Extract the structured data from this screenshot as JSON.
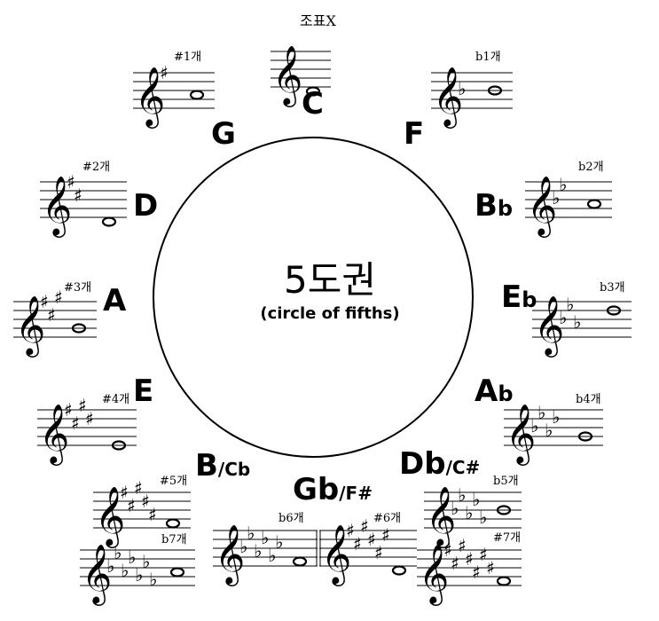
{
  "center": {
    "title": "5도권",
    "subtitle": "(circle of fifths)"
  },
  "keys": [
    {
      "id": "C",
      "main": "C",
      "acc": "",
      "alt": "",
      "count": "조표X",
      "staff_type": "sharp",
      "n": 0
    },
    {
      "id": "G",
      "main": "G",
      "acc": "",
      "alt": "",
      "count": "#1개",
      "staff_type": "sharp",
      "n": 1
    },
    {
      "id": "F",
      "main": "F",
      "acc": "",
      "alt": "",
      "count": "b1개",
      "staff_type": "flat",
      "n": 1
    },
    {
      "id": "D",
      "main": "D",
      "acc": "",
      "alt": "",
      "count": "#2개",
      "staff_type": "sharp",
      "n": 2
    },
    {
      "id": "Bb",
      "main": "B",
      "acc": "b",
      "alt": "",
      "count": "b2개",
      "staff_type": "flat",
      "n": 2
    },
    {
      "id": "A",
      "main": "A",
      "acc": "",
      "alt": "",
      "count": "#3개",
      "staff_type": "sharp",
      "n": 3
    },
    {
      "id": "Eb",
      "main": "E",
      "acc": "b",
      "alt": "",
      "count": "b3개",
      "staff_type": "flat",
      "n": 3
    },
    {
      "id": "E",
      "main": "E",
      "acc": "",
      "alt": "",
      "count": "#4개",
      "staff_type": "sharp",
      "n": 4
    },
    {
      "id": "Ab",
      "main": "A",
      "acc": "b",
      "alt": "",
      "count": "b4개",
      "staff_type": "flat",
      "n": 4
    },
    {
      "id": "B",
      "main": "B",
      "acc": "",
      "alt": "/Cb",
      "count": "#5개",
      "staff_type": "sharp",
      "n": 5,
      "count2": "b7개",
      "staff2_type": "flat",
      "n2": 7
    },
    {
      "id": "Db",
      "main": "Db",
      "acc": "",
      "alt": "/C#",
      "count": "b5개",
      "staff_type": "flat",
      "n": 5,
      "count2": "#7개",
      "staff2_type": "sharp",
      "n2": 7
    },
    {
      "id": "Gb",
      "main": "Gb",
      "acc": "",
      "alt": "/F#",
      "count": "b6개",
      "staff_type": "flat",
      "n": 6,
      "count2": "#6개",
      "staff2_type": "sharp",
      "n2": 6
    }
  ],
  "glyphs": {
    "clef": "𝄞",
    "sharp": "♯",
    "flat": "♭"
  }
}
